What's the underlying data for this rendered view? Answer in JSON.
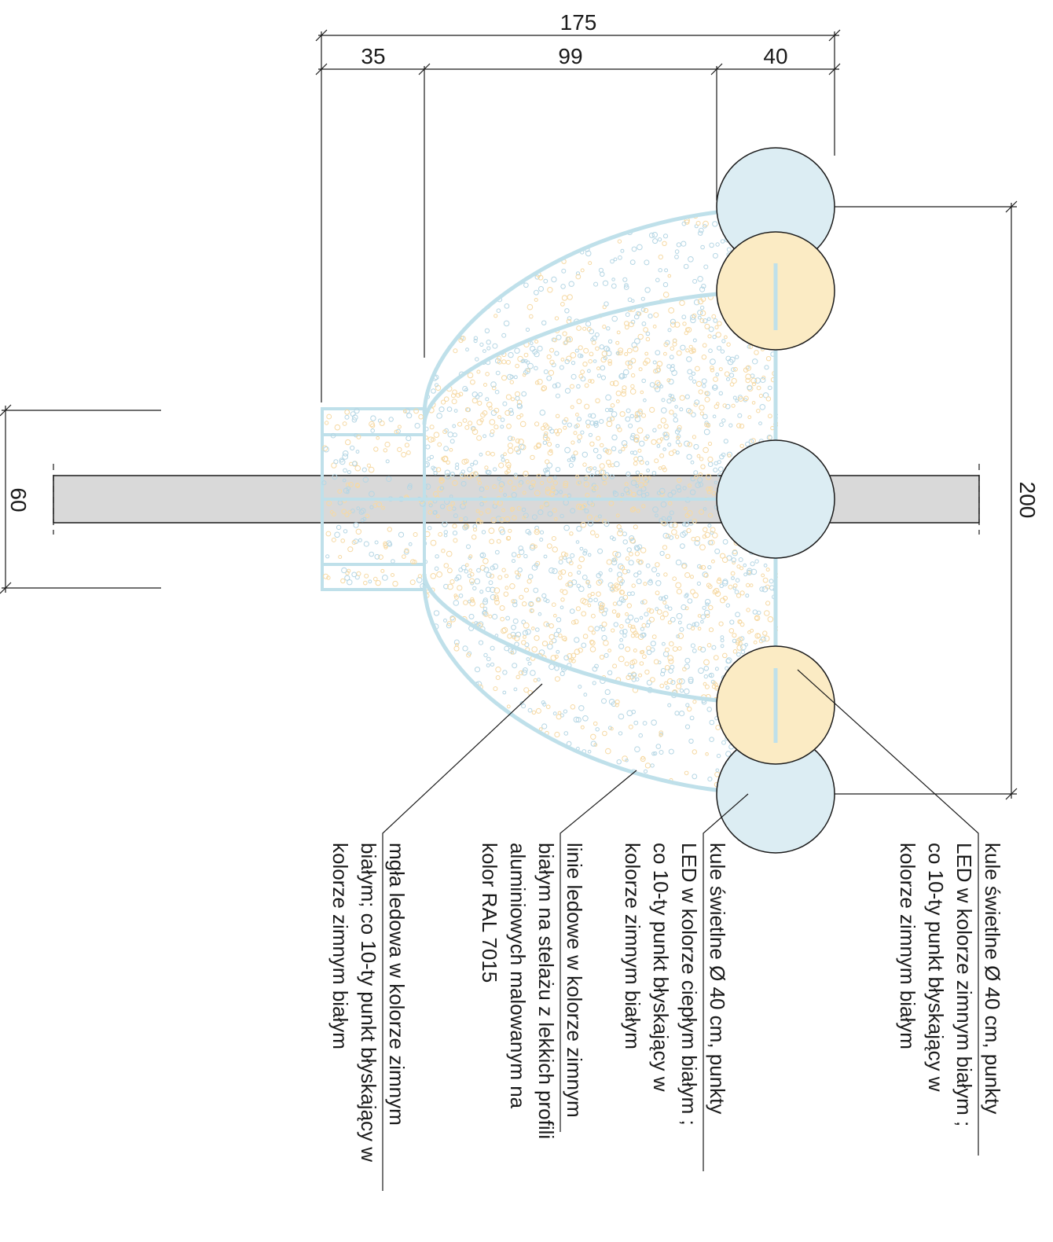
{
  "dimensions": {
    "total_width": "175",
    "segment_left": "35",
    "segment_middle": "99",
    "segment_right": "40",
    "height_right": "200",
    "height_left": "60"
  },
  "notes": {
    "ice_fog": [
      "mgła ledowa w kolorze zimnym",
      "białym; co 10-ty punkt błyskający w",
      "kolorze zimnym białym"
    ],
    "ice_lines": [
      "linie ledowe w kolorze zimnym",
      "białym na stelażu z lekkich profili",
      "aluminiowych malowanym na",
      "kolor RAL 7015"
    ],
    "balls_warm": [
      "kule świetlne Ø 40 cm, punkty",
      "LED w kolorze ciepłym białym ;",
      "co 10-ty punkt błyskający w",
      "kolorze zimnym białym"
    ],
    "balls_cold": [
      "kule świetlne Ø 40 cm, punkty",
      "LED w kolorze zimnym białym ;",
      "co 10-ty punkt błyskający w",
      "kolorze zimnym białym"
    ]
  },
  "colors": {
    "cold_ball": "#dcedf3",
    "warm_ball": "#fbebc4",
    "frame_line": "#bfe0ea",
    "warm_dots": "#f6d9a3",
    "cold_dots": "#b5d6e4",
    "beam": "#d9d9d9"
  }
}
